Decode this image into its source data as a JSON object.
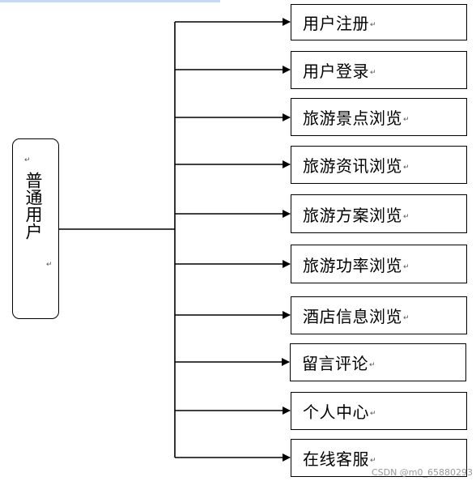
{
  "actor": {
    "label": "普通用户",
    "para_mark": "↵"
  },
  "functions": [
    {
      "label": "用户注册",
      "para_mark": "↵"
    },
    {
      "label": "用户登录",
      "para_mark": "↵"
    },
    {
      "label": "旅游景点浏览",
      "para_mark": "↵"
    },
    {
      "label": "旅游资讯浏览",
      "para_mark": "↵"
    },
    {
      "label": "旅游方案浏览",
      "para_mark": "↵"
    },
    {
      "label": "旅游功率浏览",
      "para_mark": "↵"
    },
    {
      "label": "酒店信息浏览",
      "para_mark": "↵"
    },
    {
      "label": "留言评论",
      "para_mark": "↵"
    },
    {
      "label": "个人中心",
      "para_mark": "↵"
    },
    {
      "label": "在线客服",
      "para_mark": "↵"
    }
  ],
  "watermark": "CSDN @m0_65880293",
  "colors": {
    "line": "#000000",
    "box_border": "#000000",
    "background": "#ffffff"
  }
}
